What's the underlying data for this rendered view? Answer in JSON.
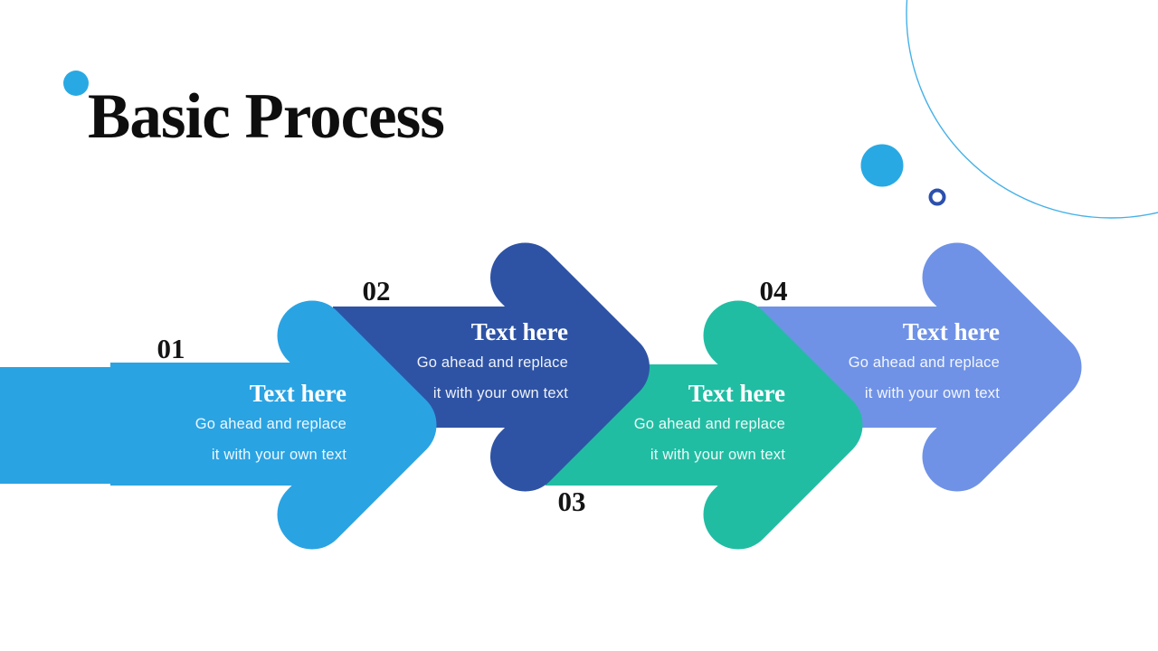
{
  "slide": {
    "title": "Basic Process",
    "background_color": "#ffffff"
  },
  "decor": {
    "title_dot_color": "#29A9E3",
    "filled_circle_color": "#29A9E3",
    "ring_color": "#2B50AE",
    "arc_color": "#45B1E8"
  },
  "steps": [
    {
      "number": "01",
      "heading": "Text here",
      "body_line1": "Go ahead and replace",
      "body_line2": "it with your own text",
      "color": "#2AA3E3"
    },
    {
      "number": "02",
      "heading": "Text here",
      "body_line1": "Go ahead and replace",
      "body_line2": "it with your own text",
      "color": "#2E53A5"
    },
    {
      "number": "03",
      "heading": "Text here",
      "body_line1": "Go ahead and replace",
      "body_line2": "it with your own text",
      "color": "#21BDA3"
    },
    {
      "number": "04",
      "heading": "Text here",
      "body_line1": "Go ahead and replace",
      "body_line2": "it with your own text",
      "color": "#6F92E6"
    }
  ]
}
